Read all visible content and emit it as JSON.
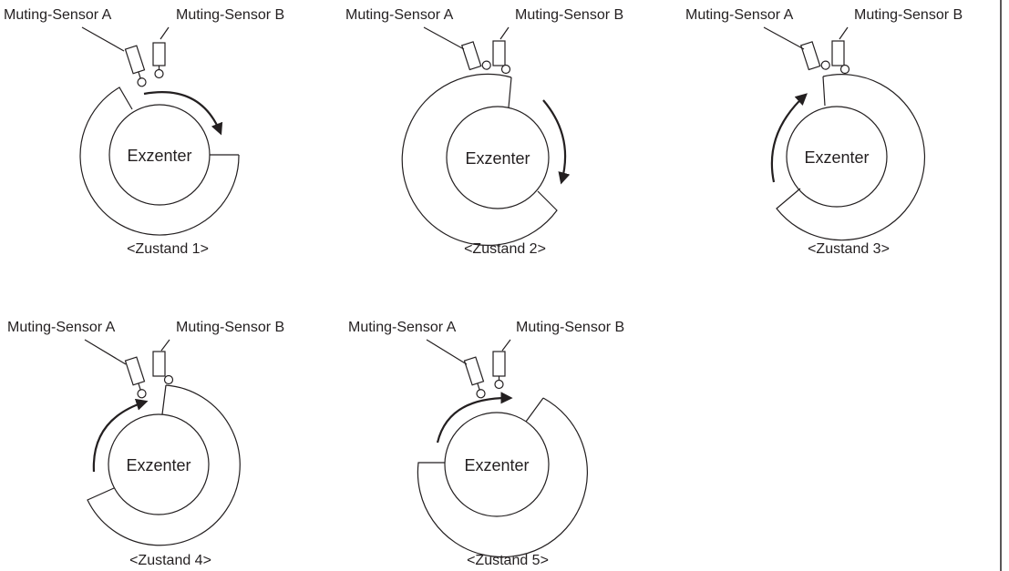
{
  "sensor_a_label": "Muting-Sensor A",
  "sensor_b_label": "Muting-Sensor B",
  "eccentric_label": "Exzenter",
  "states": [
    {
      "caption": "<Zustand 1>"
    },
    {
      "caption": "<Zustand 2>"
    },
    {
      "caption": "<Zustand 3>"
    },
    {
      "caption": "<Zustand 4>"
    },
    {
      "caption": "<Zustand 5>"
    }
  ],
  "colors": {
    "line": "#231f20",
    "background": "#ffffff"
  }
}
